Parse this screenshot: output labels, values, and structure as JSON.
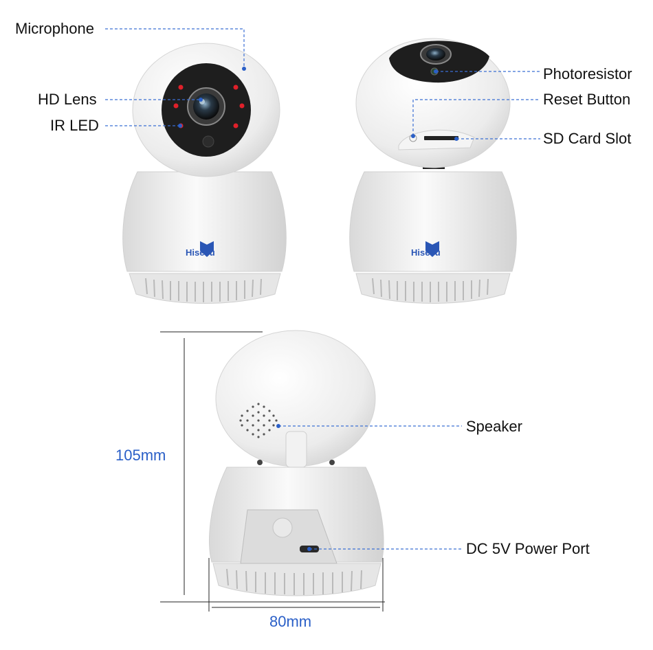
{
  "brand": "Hiseeu",
  "front_labels": {
    "microphone": "Microphone",
    "hd_lens": "HD Lens",
    "ir_led": "IR LED"
  },
  "side_labels": {
    "photoresistor": "Photoresistor",
    "reset_button": "Reset Button",
    "sd_card_slot": "SD Card Slot"
  },
  "back_labels": {
    "speaker": "Speaker",
    "power_port": "DC 5V Power Port"
  },
  "dimensions": {
    "height": "105mm",
    "width": "80mm"
  },
  "colors": {
    "accent": "#2a5fc7",
    "leader_line": "#3b6fd4",
    "ir_led": "#e0202a",
    "body": "#eeeeee",
    "dark_face": "#1e1e1e"
  }
}
